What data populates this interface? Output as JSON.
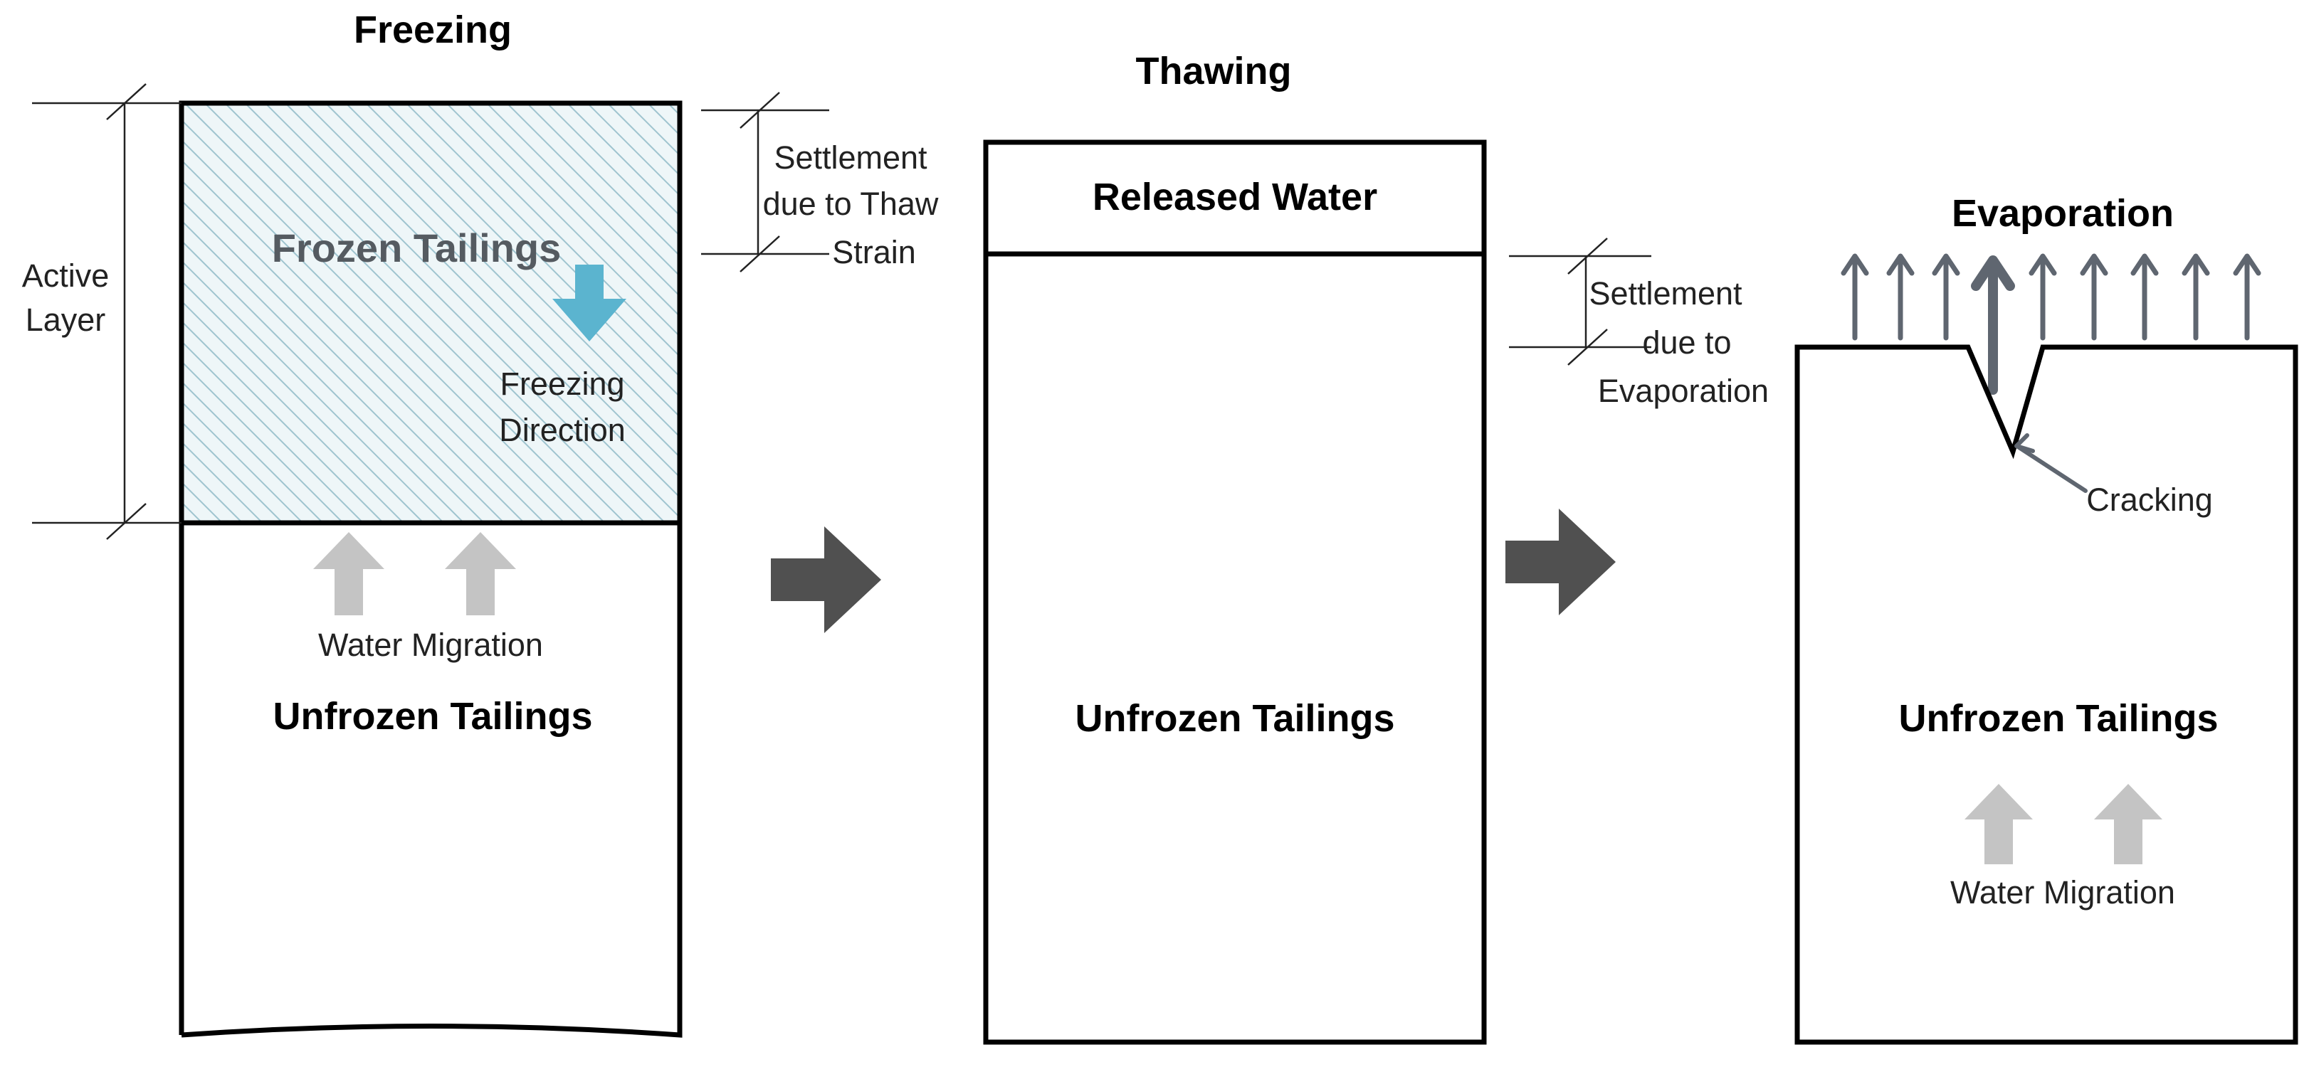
{
  "panels": {
    "freezing": {
      "title": "Freezing",
      "frozen_label": "Frozen Tailings",
      "freezing_direction": [
        "Freezing",
        "Direction"
      ],
      "active_layer": [
        "Active",
        "Layer"
      ],
      "water_migration": "Water Migration",
      "unfrozen_label": "Unfrozen Tailings"
    },
    "thawing": {
      "title": "Thawing",
      "released_water": "Released Water",
      "unfrozen_label": "Unfrozen Tailings",
      "settlement_thaw": [
        "Settlement",
        "due to Thaw",
        "Strain"
      ]
    },
    "evaporation": {
      "title": "Evaporation",
      "cracking": "Cracking",
      "unfrozen_label": "Unfrozen Tailings",
      "water_migration": "Water Migration",
      "settlement_evap": [
        "Settlement",
        "due to",
        "Evaporation"
      ]
    }
  },
  "colors": {
    "hatch": "#9fc4cf",
    "frozen_fill": "#eef6f8",
    "freeze_arrow": "#5bb4cf",
    "migration_arrow": "#c4c4c4",
    "evap_arrow": "#5f6670",
    "step_arrow": "#505050"
  },
  "icons": {
    "step_arrow": "right-block-arrow-icon",
    "freeze_arrow": "down-block-arrow-icon",
    "migration_arrow": "up-block-arrow-icon",
    "evaporation_arrow": "up-thin-arrow-icon"
  }
}
